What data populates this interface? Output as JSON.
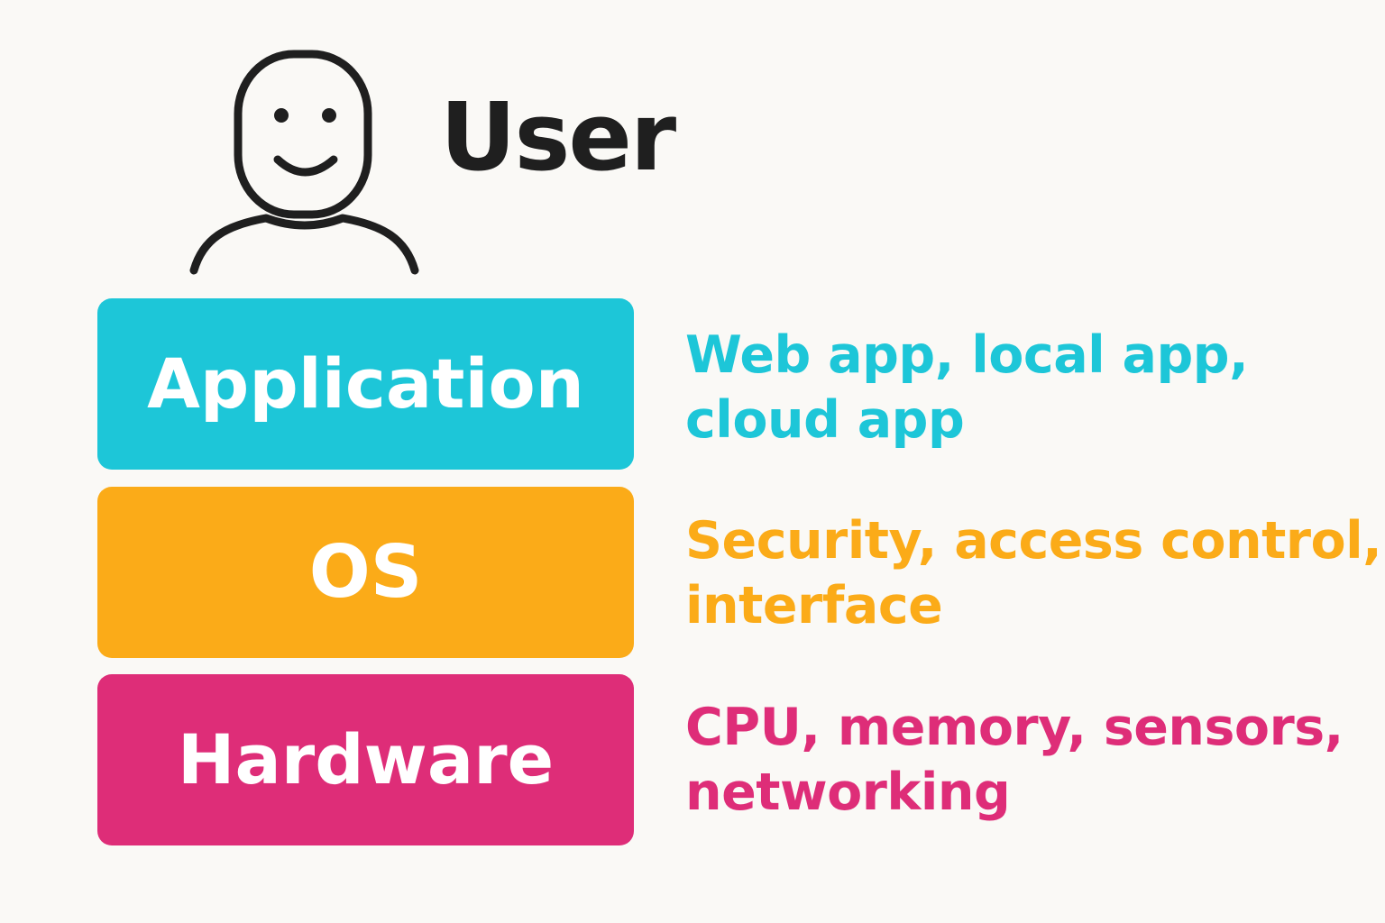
{
  "user": {
    "title": "User",
    "icon": "smiling-person-icon"
  },
  "layers": [
    {
      "label": "Application",
      "color": "#1dc6d8",
      "description_lines": [
        "Web app, local app,",
        "cloud app"
      ]
    },
    {
      "label": "OS",
      "color": "#fbab18",
      "description_lines": [
        "Security, access control,",
        "interface"
      ]
    },
    {
      "label": "Hardware",
      "color": "#de2d78",
      "description_lines": [
        "CPU, memory, sensors,",
        "networking"
      ]
    }
  ]
}
